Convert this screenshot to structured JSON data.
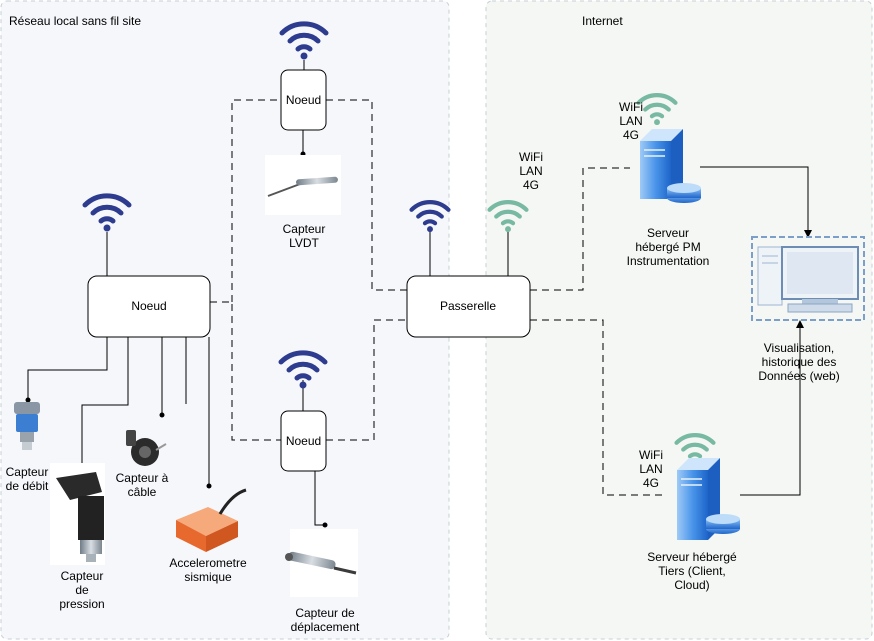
{
  "zones": {
    "local_title": "Réseau local sans fil site",
    "internet_title": "Internet"
  },
  "nodes": {
    "node_top": "Noeud",
    "node_left": "Noeud",
    "node_bottom": "Noeud",
    "gateway": "Passerelle"
  },
  "sensors": {
    "lvdt": [
      "Capteur",
      "LVDT"
    ],
    "debit": [
      "Capteur",
      "de débit"
    ],
    "pression": [
      "Capteur",
      "de",
      "pression"
    ],
    "cable": [
      "Capteur à",
      "câble"
    ],
    "accelero": [
      "Accelerometre",
      "sismique"
    ],
    "deplacement": [
      "Capteur de",
      "déplacement"
    ]
  },
  "links": {
    "gateway_wifi": [
      "WiFi",
      "LAN",
      "4G"
    ],
    "server_pm_wifi": [
      "WiFi",
      "LAN",
      "4G"
    ],
    "server_tiers_wifi": [
      "WiFi",
      "LAN",
      "4G"
    ]
  },
  "servers": {
    "pm": [
      "Serveur",
      "hébergé PM",
      "Instrumentation"
    ],
    "tiers": [
      "Serveur hébergé",
      "Tiers (Client,",
      "Cloud)"
    ]
  },
  "client": {
    "label": [
      "Visualisation,",
      "historique des",
      "Données (web)"
    ]
  },
  "colors": {
    "wifi_local": "#2d3c8f",
    "wifi_internet": "#77b9a2",
    "zone_local_bg": "#f6f7fb",
    "zone_internet_bg": "#f4f7f3",
    "server_blue": "#2f7fe0"
  }
}
